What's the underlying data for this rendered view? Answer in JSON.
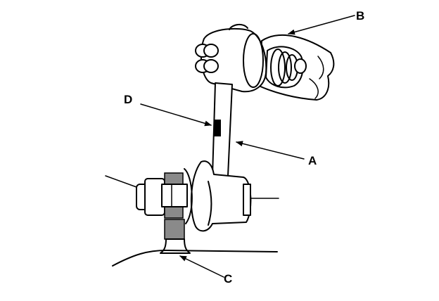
{
  "diagram": {
    "callouts": {
      "a": "A",
      "b": "B",
      "c": "C",
      "d": "D"
    },
    "colors": {
      "line": "#000000",
      "background": "#ffffff",
      "shaded": "#8a8a8a"
    }
  }
}
